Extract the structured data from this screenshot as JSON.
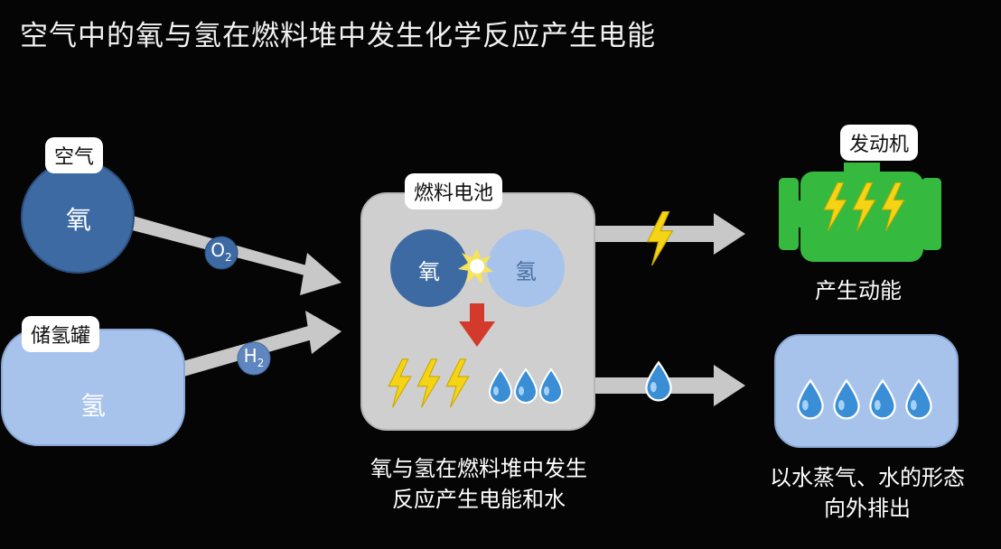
{
  "title": "空气中的氧与氢在燃料堆中发生化学反应产生电能",
  "nodes": {
    "air_tag": "空气",
    "oxygen_circle": "氧",
    "o2_badge": "O",
    "o2_sub": "2",
    "tank_tag": "储氢罐",
    "hydrogen_tank": "氢",
    "h2_badge": "H",
    "h2_sub": "2",
    "fuel_cell_tag": "燃料电池",
    "fc_oxygen": "氧",
    "fc_hydrogen": "氢",
    "engine_tag": "发动机"
  },
  "captions": {
    "fuel_cell_line1": "氧与氢在燃料堆中发生",
    "fuel_cell_line2": "反应产生电能和水",
    "engine_caption": "产生动能",
    "water_line1": "以水蒸气、水的形态",
    "water_line2": "向外排出"
  },
  "colors": {
    "oxygen": "#3d6aa3",
    "hydrogen": "#a7c3ec",
    "engine": "#35b93e",
    "bolt": "#f5d416",
    "arrow": "#c8c8c8",
    "cell_box": "#cfcfcf",
    "down_arrow": "#d33a2c",
    "water_drop": "#3a8ed6"
  }
}
